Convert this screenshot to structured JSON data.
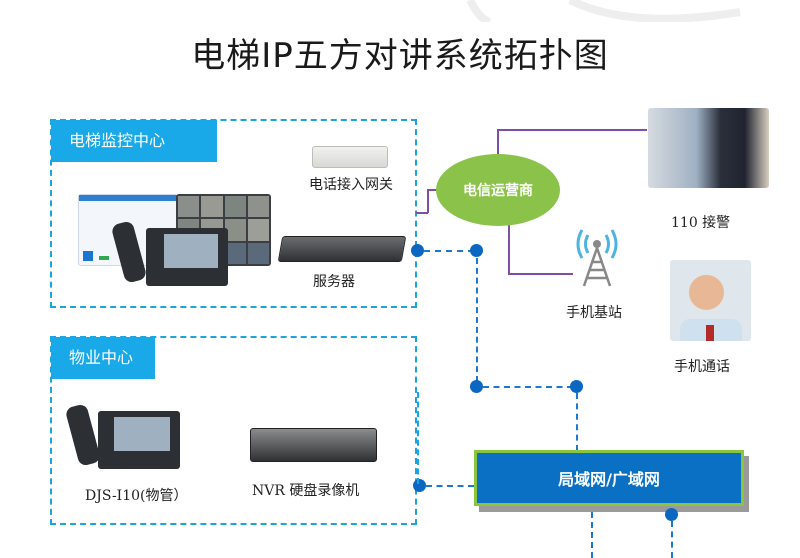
{
  "title": "电梯IP五方对讲系统拓扑图",
  "zones": {
    "monitor_center": {
      "label": "电梯监控中心"
    },
    "property_center": {
      "label": "物业中心"
    }
  },
  "devices": {
    "phone_gateway": "电话接入网关",
    "server": "服务器",
    "djs_phone": "DJS-I10(物管）",
    "nvr": "NVR 硬盘录像机",
    "police": "110 接警",
    "base_station": "手机基站",
    "mobile_call": "手机通话"
  },
  "nodes": {
    "telecom": "电信运营商",
    "lan_wan": "局域网/广域网"
  },
  "icons": {
    "monitor_screens": "monitor-wall-icon",
    "video_phone": "video-phone-icon",
    "gateway": "gateway-device-icon",
    "server": "rack-server-icon",
    "nvr": "nvr-recorder-icon",
    "tower": "cell-tower-icon",
    "operator": "police-operator-photo",
    "caller": "man-on-phone-photo"
  },
  "colors": {
    "zone_border": "#1ca3e0",
    "zone_tag": "#1aa9e8",
    "connector": "#0c67c2",
    "telecom_link": "#7d4fa6",
    "telecom_node": "#8bc34a",
    "lan_box": "#0a70c4",
    "lan_border": "#8bc53f"
  }
}
